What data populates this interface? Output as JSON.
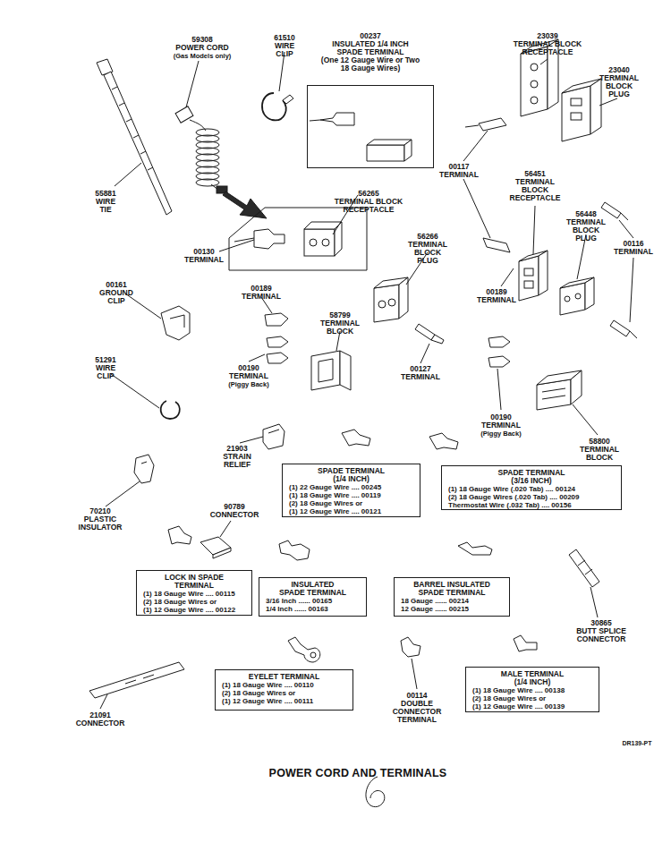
{
  "diagram": {
    "caption": "POWER CORD AND TERMINALS",
    "nodes": [
      {
        "text": [
          "00237",
          "INSULATED 1/4 INCH SPADE TERMINAL",
          "(One 12 Gauge Wire or Two 18 Gauge Wires)"
        ]
      },
      {
        "text": [
          "SPADE TERMINAL (1/4 INCH)",
          "(1) 22 Gauge Wire .... 00245",
          "(1) 18 Gauge Wire .... 00119",
          "(2) 18 Gauge Wires or",
          "(1) 12 Gauge Wire .... 00121"
        ]
      },
      {
        "text": [
          "SPADE TERMINAL (3/16 INCH)",
          "(1) 18 Gauge Wire (.020 Tab) .... 00124",
          "(2) 18 Gauge Wires (.020 Tab) .... 00209",
          "Thermostat Wire (.032 Tab) .... 00156"
        ]
      },
      {
        "text": [
          "LOCK IN SPADE TERMINAL",
          "(1) 18 Gauge Wire .... 00115",
          "(2) 18 Gauge Wires or",
          "(1) 12 Gauge Wire .... 00122"
        ]
      },
      {
        "text": [
          "INSULATED SPADE TERMINAL",
          "3/16 Inch ...... 00165",
          "1/4 Inch ...... 00163"
        ]
      },
      {
        "text": [
          "BARREL INSULATED SPADE TERMINAL",
          "18 Gauge ...... 00214",
          "12 Gauge ...... 00215"
        ]
      },
      {
        "text": [
          "EYELET TERMINAL",
          "(1) 18 Gauge Wire .... 00110",
          "(2) 18 Gauge Wires or",
          "(1) 12 Gauge Wire .... 00111"
        ]
      },
      {
        "text": [
          "MALE TERMINAL (1/4 INCH)",
          "(1) 18 Gauge Wire .... 00138",
          "(2) 18 Gauge Wires or",
          "(1) 12 Gauge Wire .... 00139"
        ]
      }
    ],
    "labels": [
      "59308",
      "POWER CORD",
      "(Gas Models only)",
      "61510",
      "WIRE CLIP",
      "23039",
      "TERMINAL BLOCK RECEPTACLE",
      "23040",
      "TERMINAL BLOCK PLUG",
      "55881",
      "WIRE TIE",
      "00117",
      "TERMINAL",
      "56451",
      "TERMINAL BLOCK RECEPTACLE",
      "56265",
      "TERMINAL BLOCK RECEPTACLE",
      "56448",
      "TERMINAL BLOCK PLUG",
      "00116",
      "TERMINAL",
      "00130",
      "TERMINAL",
      "56266",
      "TERMINAL BLOCK PLUG",
      "00161",
      "GROUND CLIP",
      "00189",
      "TERMINAL",
      "00189",
      "TERMINAL",
      "58799",
      "TERMINAL BLOCK",
      "51291",
      "WIRE CLIP",
      "00190",
      "TERMINAL",
      "(Piggy Back)",
      "00127",
      "TERMINAL",
      "00190",
      "TERMINAL",
      "(Piggy Back)",
      "58800",
      "TERMINAL BLOCK",
      "21903",
      "STRAIN RELIEF",
      "70210",
      "PLASTIC INSULATOR",
      "90789",
      "CONNECTOR",
      "30865",
      "BUTT SPLICE CONNECTOR",
      "21091",
      "CONNECTOR",
      "00114",
      "DOUBLE CONNECTOR TERMINAL",
      "DR139-PT"
    ]
  }
}
